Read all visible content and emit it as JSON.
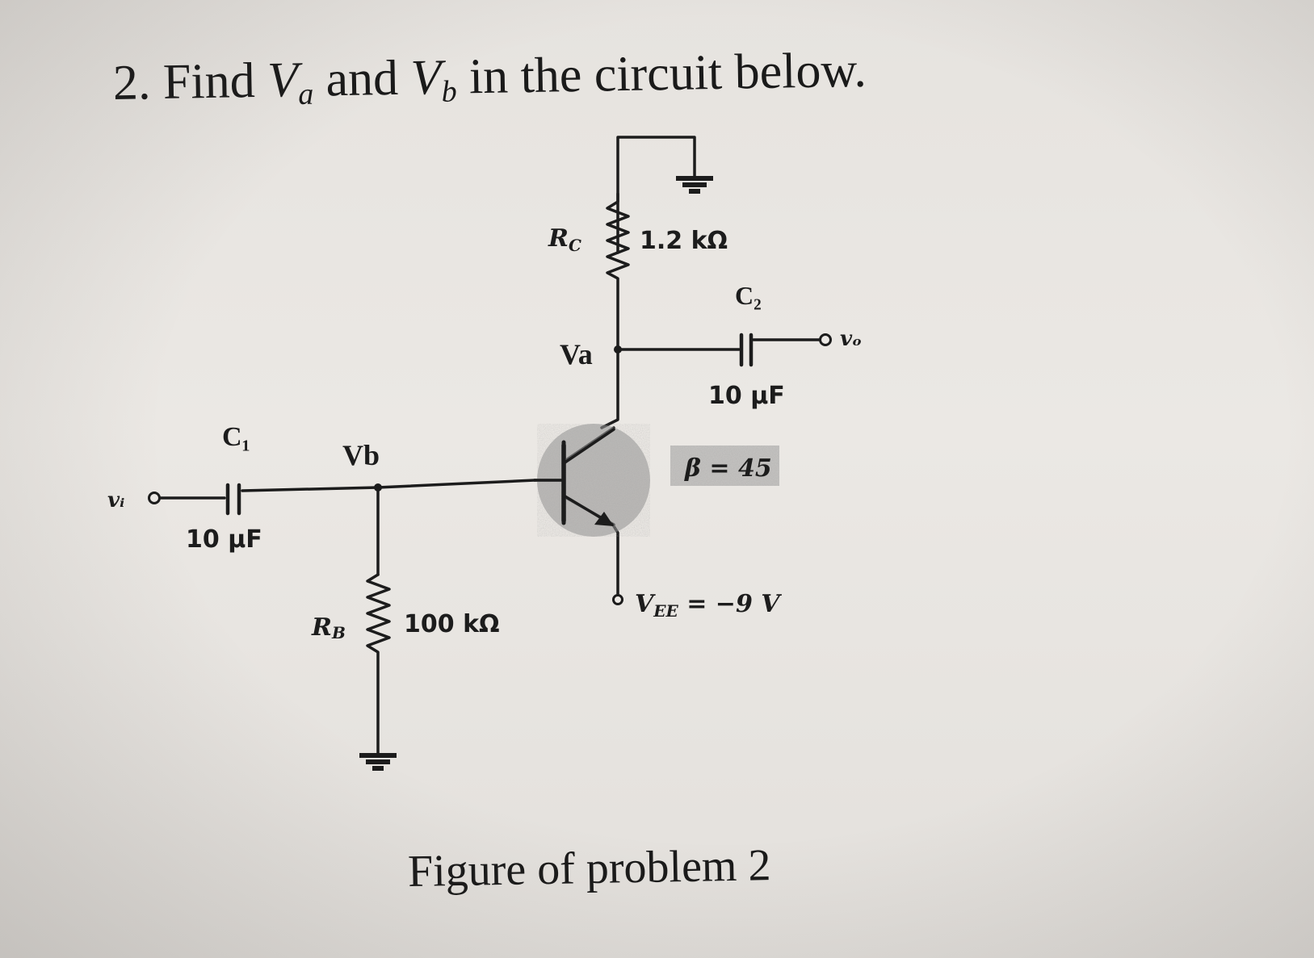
{
  "problem": {
    "number": "2.",
    "text_before": "Find",
    "var_a": "V",
    "sub_a": "a",
    "text_mid": "and",
    "var_b": "V",
    "sub_b": "b",
    "text_after": "in the circuit below."
  },
  "caption": "Figure of problem 2",
  "labels": {
    "vi": "vᵢ",
    "c1": "C₁",
    "c1_value": "10 µF",
    "vb": "Vb",
    "rb": "R",
    "rb_sub": "B",
    "rb_value": "100 kΩ",
    "rc": "R",
    "rc_sub": "C",
    "rc_value": "1.2 kΩ",
    "va": "Va",
    "c2": "C₂",
    "c2_value": "10 µF",
    "vo": "vₒ",
    "beta": "β = 45",
    "vee": "V",
    "vee_sub": "EE",
    "vee_value": " = −9 V"
  },
  "icons": [
    "ground-icon",
    "resistor-icon",
    "capacitor-icon",
    "npn-transistor-icon",
    "terminal-icon"
  ]
}
